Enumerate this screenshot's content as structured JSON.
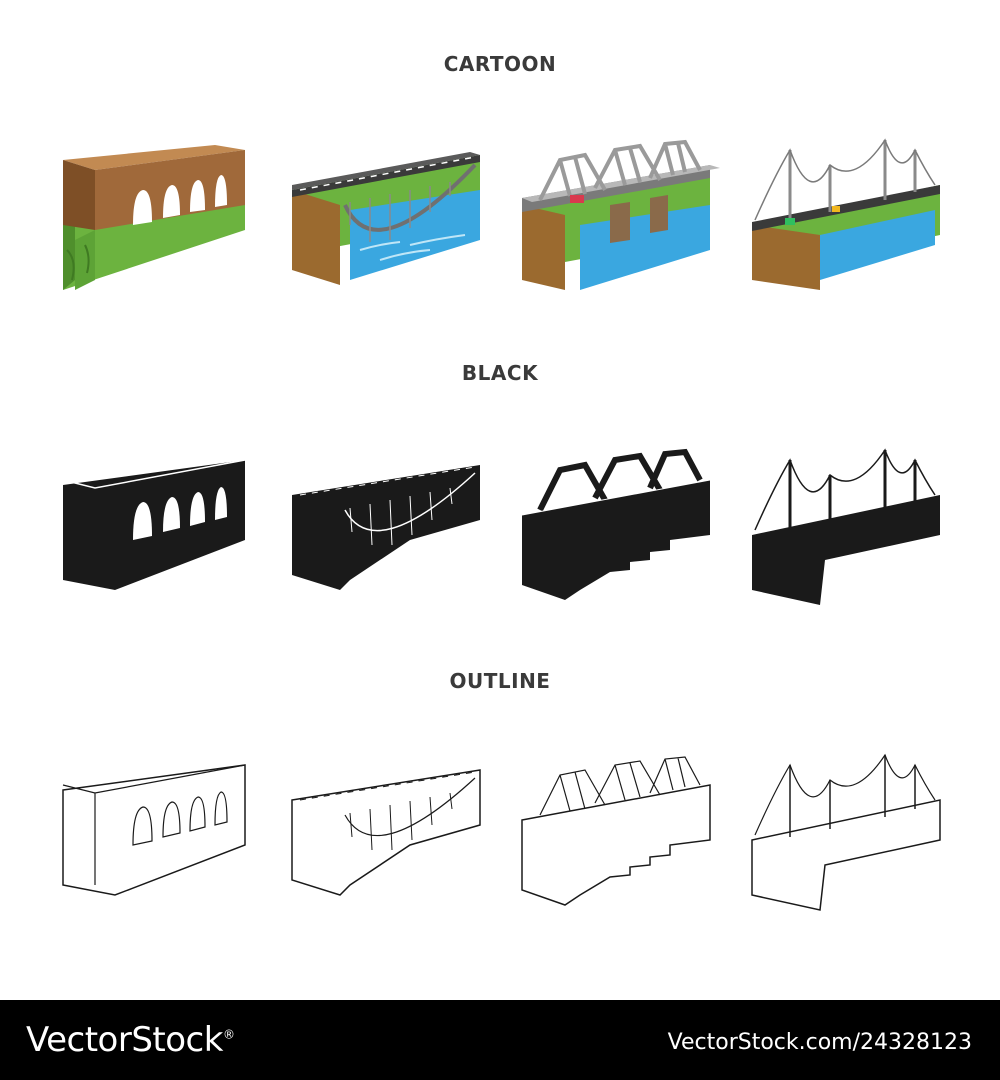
{
  "sections": [
    {
      "title": "CARTOON"
    },
    {
      "title": "BLACK"
    },
    {
      "title": "OUTLINE"
    }
  ],
  "icons": [
    "aqueduct-bridge-icon",
    "arch-bridge-icon",
    "truss-bridge-icon",
    "suspension-bridge-icon"
  ],
  "colors": {
    "grass": "#6cb33f",
    "earth": "#9b6a2f",
    "water": "#3aa7e0",
    "stone": "#a0693a",
    "road": "#3a3a3a",
    "steel": "#9a9a9a",
    "black_fill": "#1a1a1a",
    "footer": "#000000"
  },
  "footer": {
    "brand": "VectorStock",
    "registered": "®",
    "credit": "VectorStock.com/24328123"
  }
}
